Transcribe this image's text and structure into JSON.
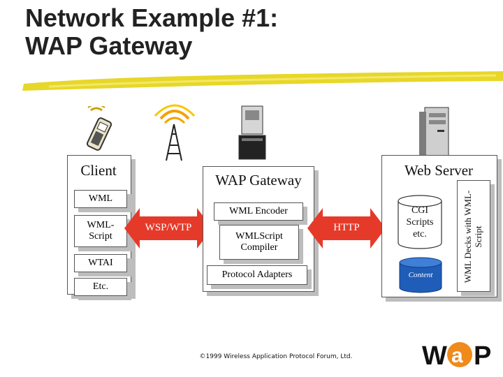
{
  "title": {
    "line1": "Network Example #1:",
    "line2": "WAP Gateway"
  },
  "client": {
    "label": "Client",
    "items": [
      "WML",
      "WML-Script",
      "WTAI",
      "Etc."
    ]
  },
  "protocol_left": "WSP/WTP",
  "gateway": {
    "label": "WAP Gateway",
    "encoder": "WML Encoder",
    "compiler": "WMLScript Compiler",
    "adapters": "Protocol Adapters"
  },
  "protocol_right": "HTTP",
  "server": {
    "label": "Web Server",
    "cgi": "CGI Scripts etc.",
    "content": "Content",
    "decks": "WML Decks with WML-Script"
  },
  "footer": "©1999 Wireless Application Protocol Forum, Ltd.",
  "logo": "W@P",
  "colors": {
    "brush": "#e7d728",
    "arrow": "#e53a2a",
    "content_cylinder": "#1f5db8",
    "logo_orange": "#f08a1a"
  },
  "icons": [
    "phone-icon",
    "antenna-tower-icon",
    "gateway-computer-icon",
    "server-tower-icon"
  ]
}
